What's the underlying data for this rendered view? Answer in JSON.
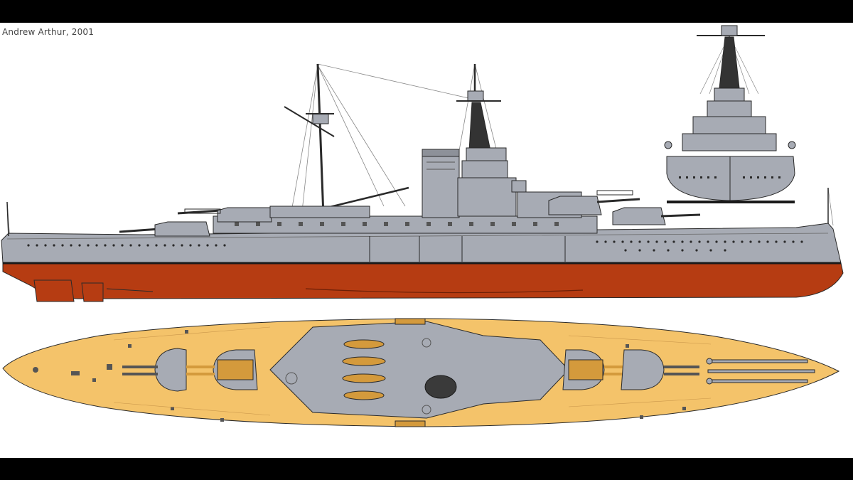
{
  "credit": "Andrew Arthur, 2001",
  "colors": {
    "letterbox": "#000000",
    "background": "#ffffff",
    "hull_gray": "#a7abb4",
    "hull_dark": "#8d9199",
    "outline": "#2a2a2a",
    "below_waterline": "#b63c12",
    "deck_planking": "#f4c36a",
    "wood_detail": "#d49a3c"
  },
  "views": [
    {
      "name": "side-profile",
      "icon": "battleship-side-view"
    },
    {
      "name": "bow-view",
      "icon": "battleship-front-view"
    },
    {
      "name": "plan-view",
      "icon": "battleship-top-view"
    }
  ]
}
